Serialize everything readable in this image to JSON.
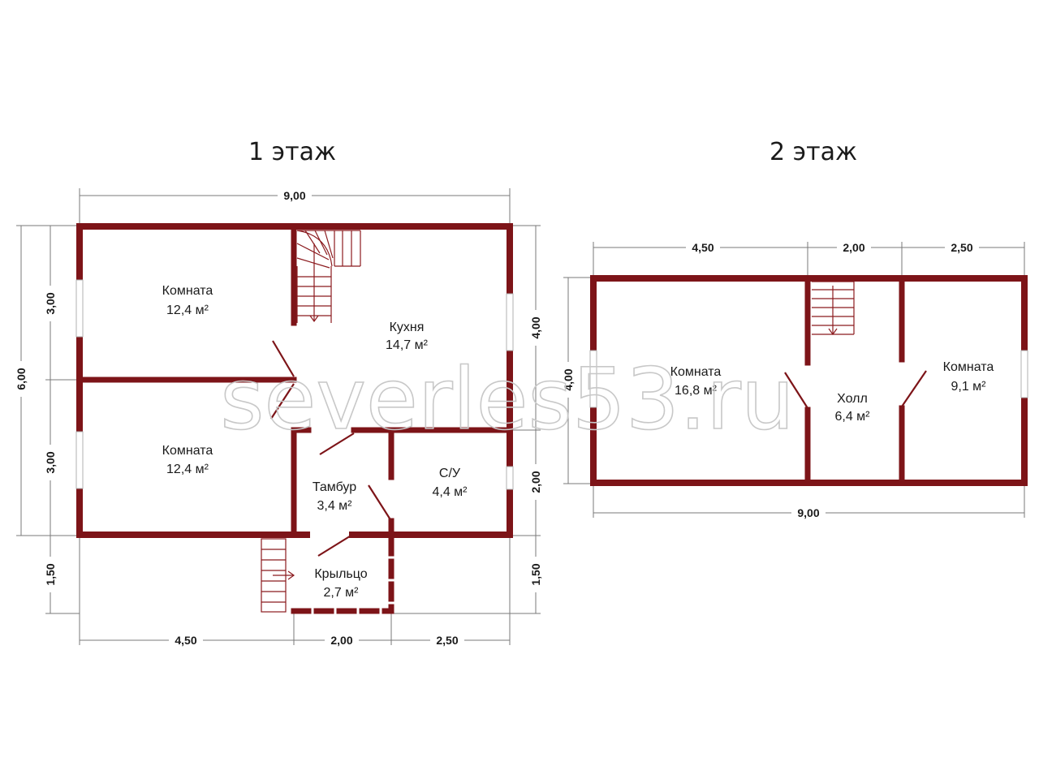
{
  "floor1": {
    "title": "1 этаж",
    "rooms": [
      {
        "name": "Комната",
        "area": "12,4 м²"
      },
      {
        "name": "Кухня",
        "area": "14,7 м²"
      },
      {
        "name": "Комната",
        "area": "12,4 м²"
      },
      {
        "name": "Тамбур",
        "area": "3,4 м²"
      },
      {
        "name": "С/У",
        "area": "4,4 м²"
      },
      {
        "name": "Крыльцо",
        "area": "2,7 м²"
      }
    ],
    "dims": {
      "top": "9,00",
      "left_total": "6,00",
      "left_upper": "3,00",
      "left_lower": "3,00",
      "left_porch": "1,50",
      "right_upper": "4,00",
      "right_lower": "2,00",
      "right_porch": "1,50",
      "bottom_1": "4,50",
      "bottom_2": "2,00",
      "bottom_3": "2,50"
    }
  },
  "floor2": {
    "title": "2 этаж",
    "rooms": [
      {
        "name": "Комната",
        "area": "16,8 м²"
      },
      {
        "name": "Холл",
        "area": "6,4 м²"
      },
      {
        "name": "Комната",
        "area": "9,1 м²"
      }
    ],
    "dims": {
      "top_1": "4,50",
      "top_2": "2,00",
      "top_3": "2,50",
      "left": "4,00",
      "bottom": "9,00"
    }
  },
  "watermark": "severles53.ru",
  "colors": {
    "wall": "#7d1418",
    "dimension": "#7a7a7a",
    "text": "#1a1a1a"
  }
}
